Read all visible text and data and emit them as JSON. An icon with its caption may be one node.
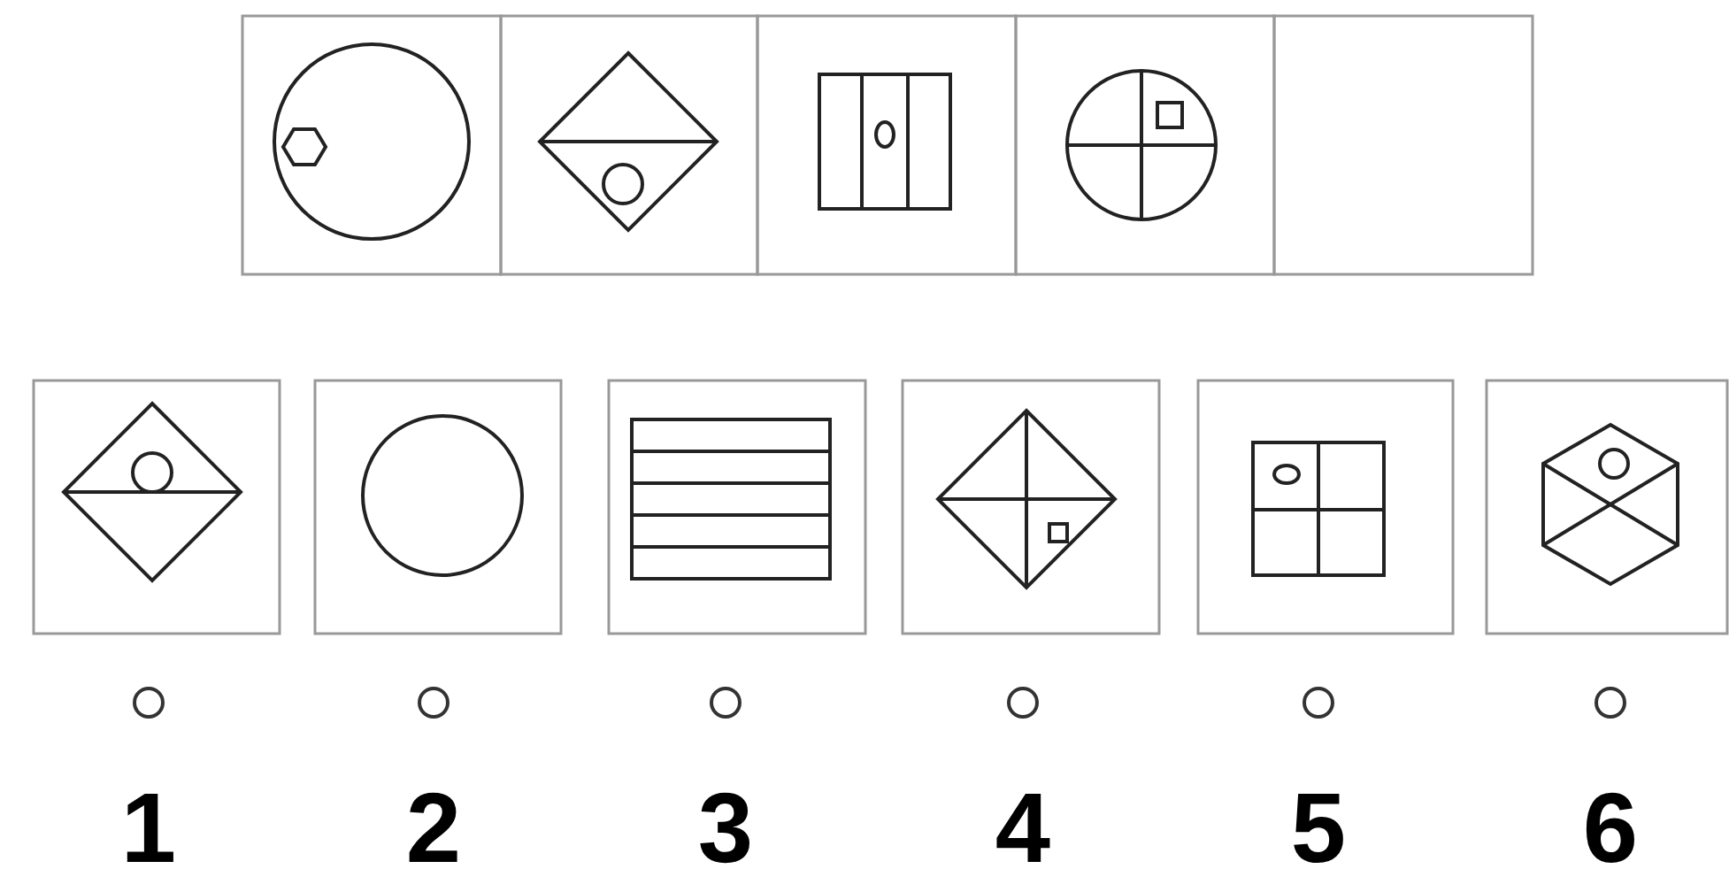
{
  "diagram": {
    "labels": [
      "1",
      "2",
      "3",
      "4",
      "5",
      "6"
    ]
  }
}
